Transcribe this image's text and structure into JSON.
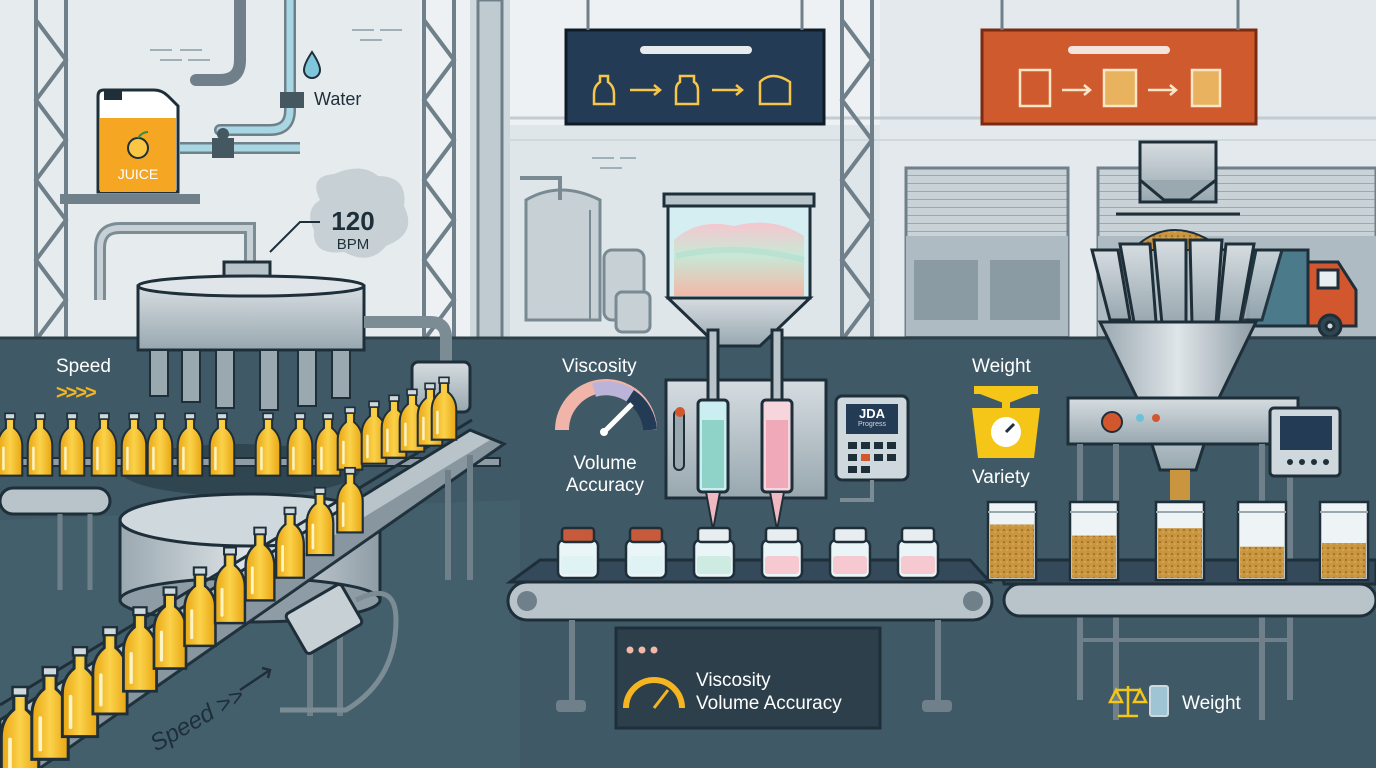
{
  "palette": {
    "sky": "#e8edf0",
    "floor": "#3f5a66",
    "floor_dark": "#2f4650",
    "steel": "#b9c4ca",
    "steel_dark": "#7c8c95",
    "outline": "#1e2f3a",
    "juice": "#f5b521",
    "juice_light": "#fbd85a",
    "sign_blue": "#243b55",
    "sign_orange": "#cf5a2e",
    "accent_cyan": "#6bc1d6",
    "pink": "#f2b8c1",
    "mint": "#bfe6cf"
  },
  "juice_station": {
    "jug_label": "JUICE",
    "water_label": "Water",
    "rate_value": "120",
    "rate_unit": "BPM",
    "speed_label": "Speed",
    "speed_chevrons": ">>>>",
    "belt_text": "Speed >>"
  },
  "filling_station": {
    "viscosity_label": "Viscosity",
    "volume_label_line1": "Volume",
    "volume_label_line2": "Accuracy",
    "panel_brand": "JDA",
    "panel_sub": "Progress",
    "base_label_1": "Viscosity",
    "base_label_2": "Volume Accuracy"
  },
  "packing_station": {
    "weight_label": "Weight",
    "variety_label": "Variety",
    "footer_label": "Weight"
  },
  "icons": [
    "water-drop-icon",
    "orange-icon",
    "gauge-icon",
    "scale-icon",
    "balance-icon",
    "pouch-icon",
    "bottle-icon",
    "jar-icon",
    "arrow-right-icon",
    "truck-icon"
  ]
}
